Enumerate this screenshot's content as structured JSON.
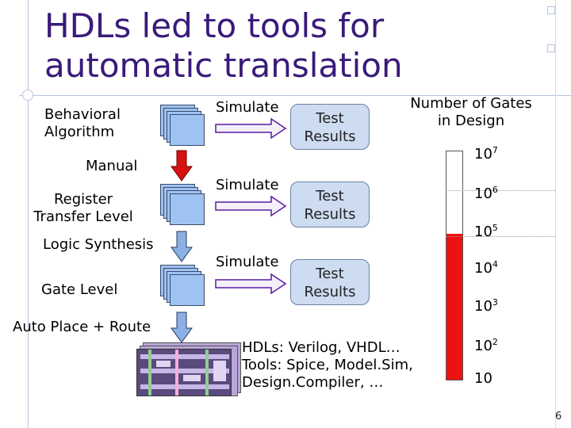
{
  "slide": {
    "title_line1": "HDLs led to tools for",
    "title_line2": "automatic translation",
    "page_number": "6"
  },
  "flow": {
    "behavioral_line1": "Behavioral",
    "behavioral_line2": "Algorithm",
    "manual": "Manual",
    "rtl_line1": "Register",
    "rtl_line2": "Transfer Level",
    "logic_synthesis": "Logic Synthesis",
    "gate_level": "Gate Level",
    "auto_place_route": "Auto Place + Route",
    "simulate": "Simulate",
    "results": [
      {
        "line1": "Test",
        "line2": "Results"
      },
      {
        "line1": "Test",
        "line2": "Results"
      },
      {
        "line1": "Test",
        "line2": "Results"
      }
    ]
  },
  "gauge": {
    "heading_line1": "Number of Gates",
    "heading_line2": "in Design",
    "base": "10",
    "exponents": [
      "7",
      "6",
      "5",
      "4",
      "3",
      "2"
    ],
    "bottom_label": "10",
    "fill_decade": 5,
    "min_decade": 1,
    "max_decade": 7,
    "fill_color": "#ee1111"
  },
  "tools_note": {
    "line1": "HDLs: Verilog, VHDL…",
    "line2": "Tools: Spice, Model.Sim,",
    "line3": "Design.Compiler, …"
  },
  "colors": {
    "title": "#3a1a7a",
    "manual_arrow": "#d81010",
    "process_arrow": "#8ab0e6",
    "sheet": "#9ec2f2",
    "result_box": "#cddcf0"
  }
}
